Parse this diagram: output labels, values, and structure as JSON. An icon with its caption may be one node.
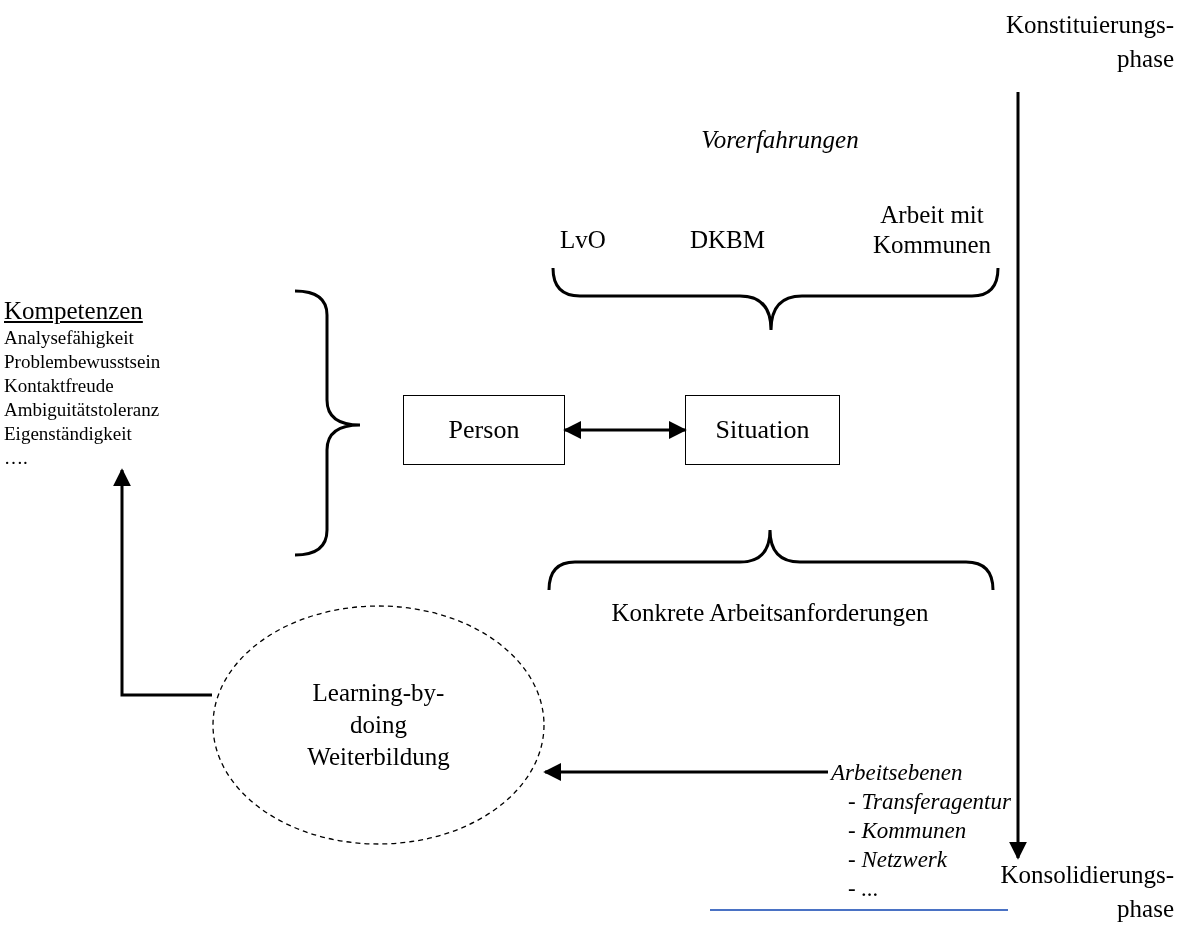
{
  "diagram": {
    "nodes": [
      {
        "text": [
          "Konstituierungs- phase"
        ]
      },
      {
        "text": [
          "Kompetenzen",
          "Analysefähigkeit",
          "Problembewusstsein",
          "Kontaktfreude",
          "Ambiguitätstoleranz",
          "Eigenständigkeit",
          "…."
        ]
      },
      {
        "text": [
          "Person"
        ]
      },
      {
        "text": [
          "Situation"
        ]
      },
      {
        "text": [
          "Learning-by- doing",
          "Weiterbildung"
        ]
      },
      {
        "text": [
          "Arbeitsebenen",
          "- *Transferagentur*",
          "- *Kommunen*",
          "- *Netzwerk*",
          "- *...*"
        ]
      },
      {
        "text": [
          "Konsolidierungs- phase"
        ]
      }
    ],
    "edges": [
      {
        "from": 2,
        "to": 3,
        "arrow": "both"
      },
      {
        "from": 4,
        "to": 1,
        "arrow": "to"
      },
      {
        "from": 5,
        "to": 4,
        "arrow": "to"
      },
      {
        "from": 0,
        "to": 6,
        "arrow": "to"
      }
    ],
    "labels": [
      "Vorerfahrungen",
      "LvO",
      "DKBM",
      "Arbeit mit Kommunen",
      "Konkrete Arbeitsanforderungen"
    ]
  }
}
